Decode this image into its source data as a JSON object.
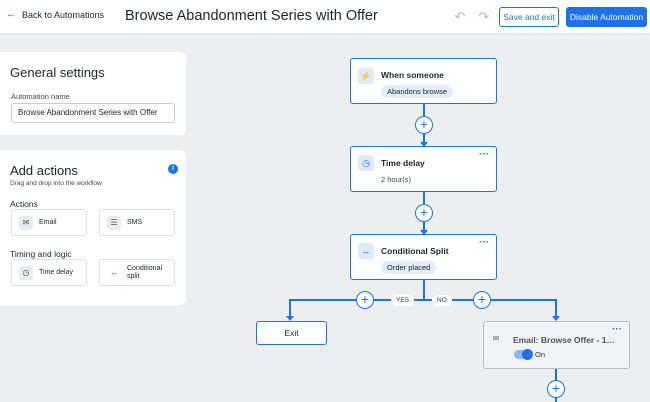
{
  "header": {
    "back_label": "Back to Automations",
    "title": "Browse Abandonment Series with Offer",
    "undo_icon": "undo-icon",
    "redo_icon": "redo-icon",
    "save_exit_label": "Save and exit",
    "disable_label": "Disable Automation"
  },
  "general": {
    "title": "General settings",
    "name_label": "Automation name",
    "name_value": "Browse Abandonment Series with Offer"
  },
  "actions": {
    "title": "Add actions",
    "subtitle": "Drag and drop into the workflow",
    "section_actions": "Actions",
    "section_timing": "Timing and logic",
    "tiles": [
      {
        "label": "Email",
        "icon": "mail-icon"
      },
      {
        "label": "SMS",
        "icon": "sms-icon"
      },
      {
        "label": "Time delay",
        "icon": "clock-icon"
      },
      {
        "label": "Conditional split",
        "icon": "split-icon"
      }
    ]
  },
  "workflow": {
    "trigger": {
      "title": "When someone",
      "pill": "Abandons browse",
      "icon": "lightning-icon"
    },
    "delay": {
      "title": "Time delay",
      "value": "2 hour(s)",
      "icon": "clock-icon"
    },
    "split": {
      "title": "Conditional Split",
      "pill": "Order placed",
      "icon": "split-icon"
    },
    "yes_label": "YES",
    "no_label": "NO",
    "exit_label": "Exit",
    "email": {
      "title": "Email: Browse Offer - 1st...",
      "status": "On",
      "enabled": true,
      "icon": "mail-icon"
    }
  },
  "colors": {
    "accent": "#1a73e8",
    "canvas": "#eceef0"
  }
}
